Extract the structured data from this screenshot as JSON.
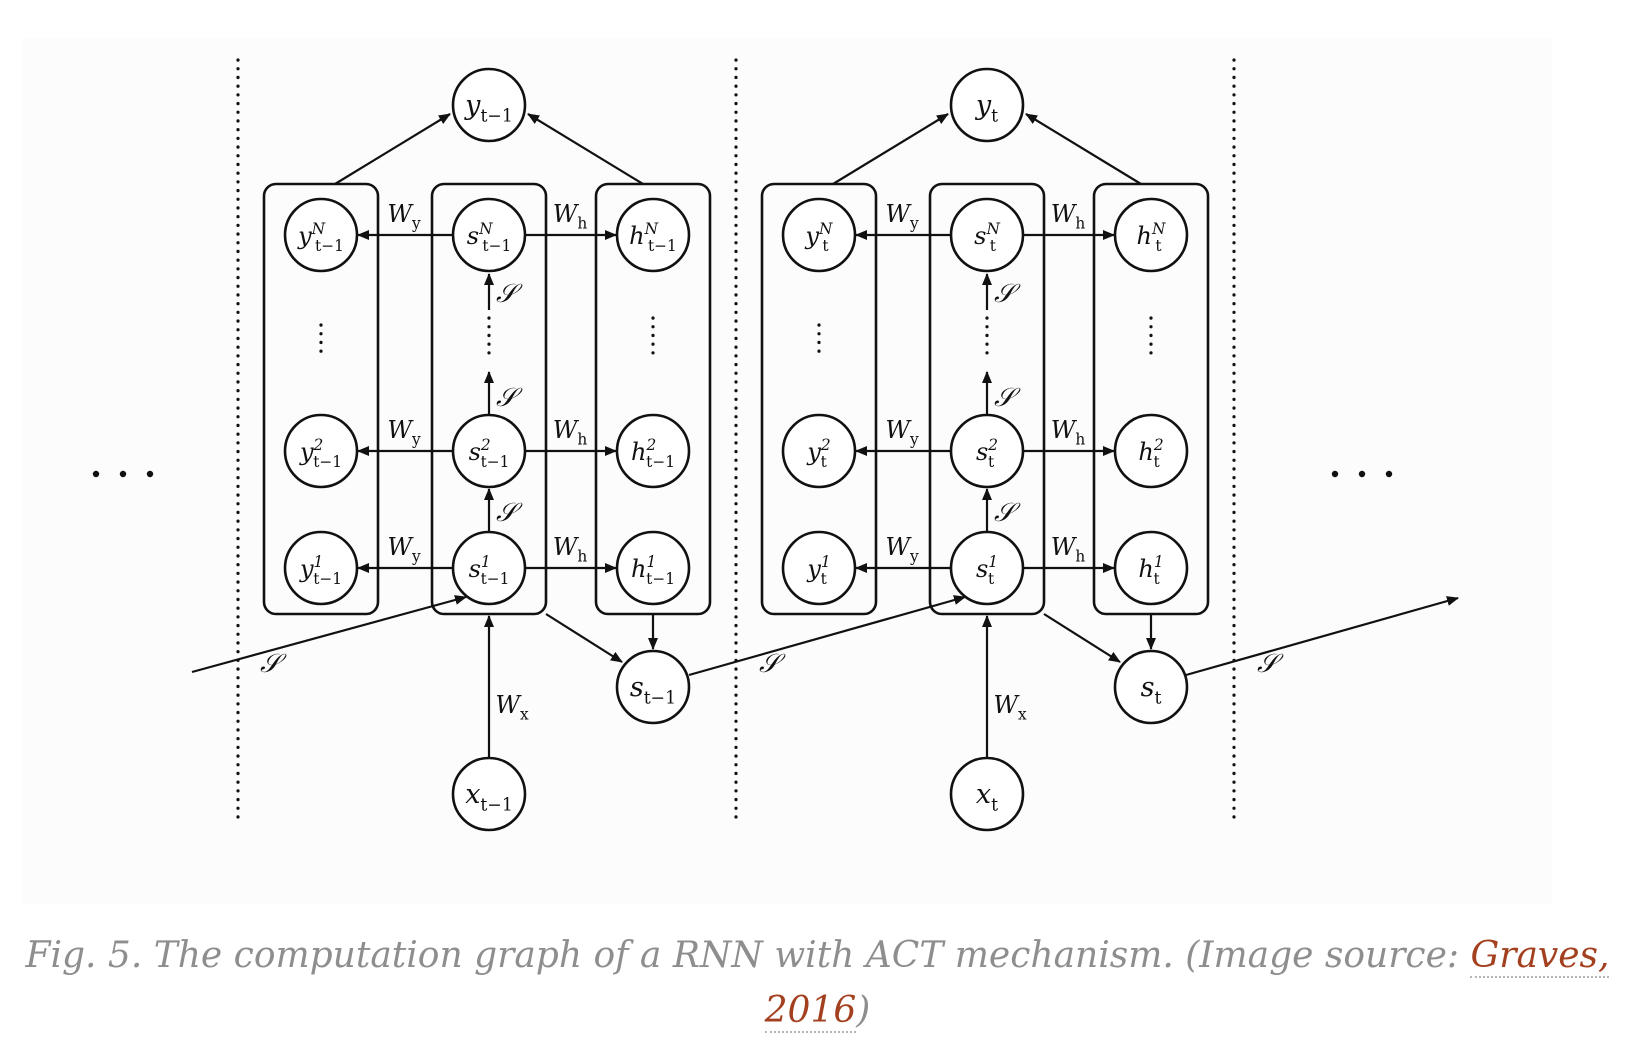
{
  "figure": {
    "caption_text": "Fig. 5. The computation graph of a RNN with ACT mechanism. (Image source: ",
    "caption_link": "Graves, 2016",
    "caption_close": ")"
  },
  "diagram": {
    "steps": [
      {
        "output": {
          "base": "y",
          "sub": "t−1"
        },
        "state": {
          "base": "s",
          "sub": "t−1"
        },
        "input": {
          "base": "x",
          "sub": "t−1"
        },
        "y_nodes": [
          {
            "base": "y",
            "sup": "N",
            "sub": "t−1"
          },
          {
            "base": "y",
            "sup": "2",
            "sub": "t−1"
          },
          {
            "base": "y",
            "sup": "1",
            "sub": "t−1"
          }
        ],
        "s_nodes": [
          {
            "base": "s",
            "sup": "N",
            "sub": "t−1"
          },
          {
            "base": "s",
            "sup": "2",
            "sub": "t−1"
          },
          {
            "base": "s",
            "sup": "1",
            "sub": "t−1"
          }
        ],
        "h_nodes": [
          {
            "base": "h",
            "sup": "N",
            "sub": "t−1"
          },
          {
            "base": "h",
            "sup": "2",
            "sub": "t−1"
          },
          {
            "base": "h",
            "sup": "1",
            "sub": "t−1"
          }
        ]
      },
      {
        "output": {
          "base": "y",
          "sub": "t"
        },
        "state": {
          "base": "s",
          "sub": "t"
        },
        "input": {
          "base": "x",
          "sub": "t"
        },
        "y_nodes": [
          {
            "base": "y",
            "sup": "N",
            "sub": "t"
          },
          {
            "base": "y",
            "sup": "2",
            "sub": "t"
          },
          {
            "base": "y",
            "sup": "1",
            "sub": "t"
          }
        ],
        "s_nodes": [
          {
            "base": "s",
            "sup": "N",
            "sub": "t"
          },
          {
            "base": "s",
            "sup": "2",
            "sub": "t"
          },
          {
            "base": "s",
            "sup": "1",
            "sub": "t"
          }
        ],
        "h_nodes": [
          {
            "base": "h",
            "sup": "N",
            "sub": "t"
          },
          {
            "base": "h",
            "sup": "2",
            "sub": "t"
          },
          {
            "base": "h",
            "sup": "1",
            "sub": "t"
          }
        ]
      }
    ],
    "edge_labels": {
      "wy": {
        "base": "W",
        "sub": "y"
      },
      "wh": {
        "base": "W",
        "sub": "h"
      },
      "wx": {
        "base": "W",
        "sub": "x"
      },
      "transition": "𝒮"
    }
  }
}
